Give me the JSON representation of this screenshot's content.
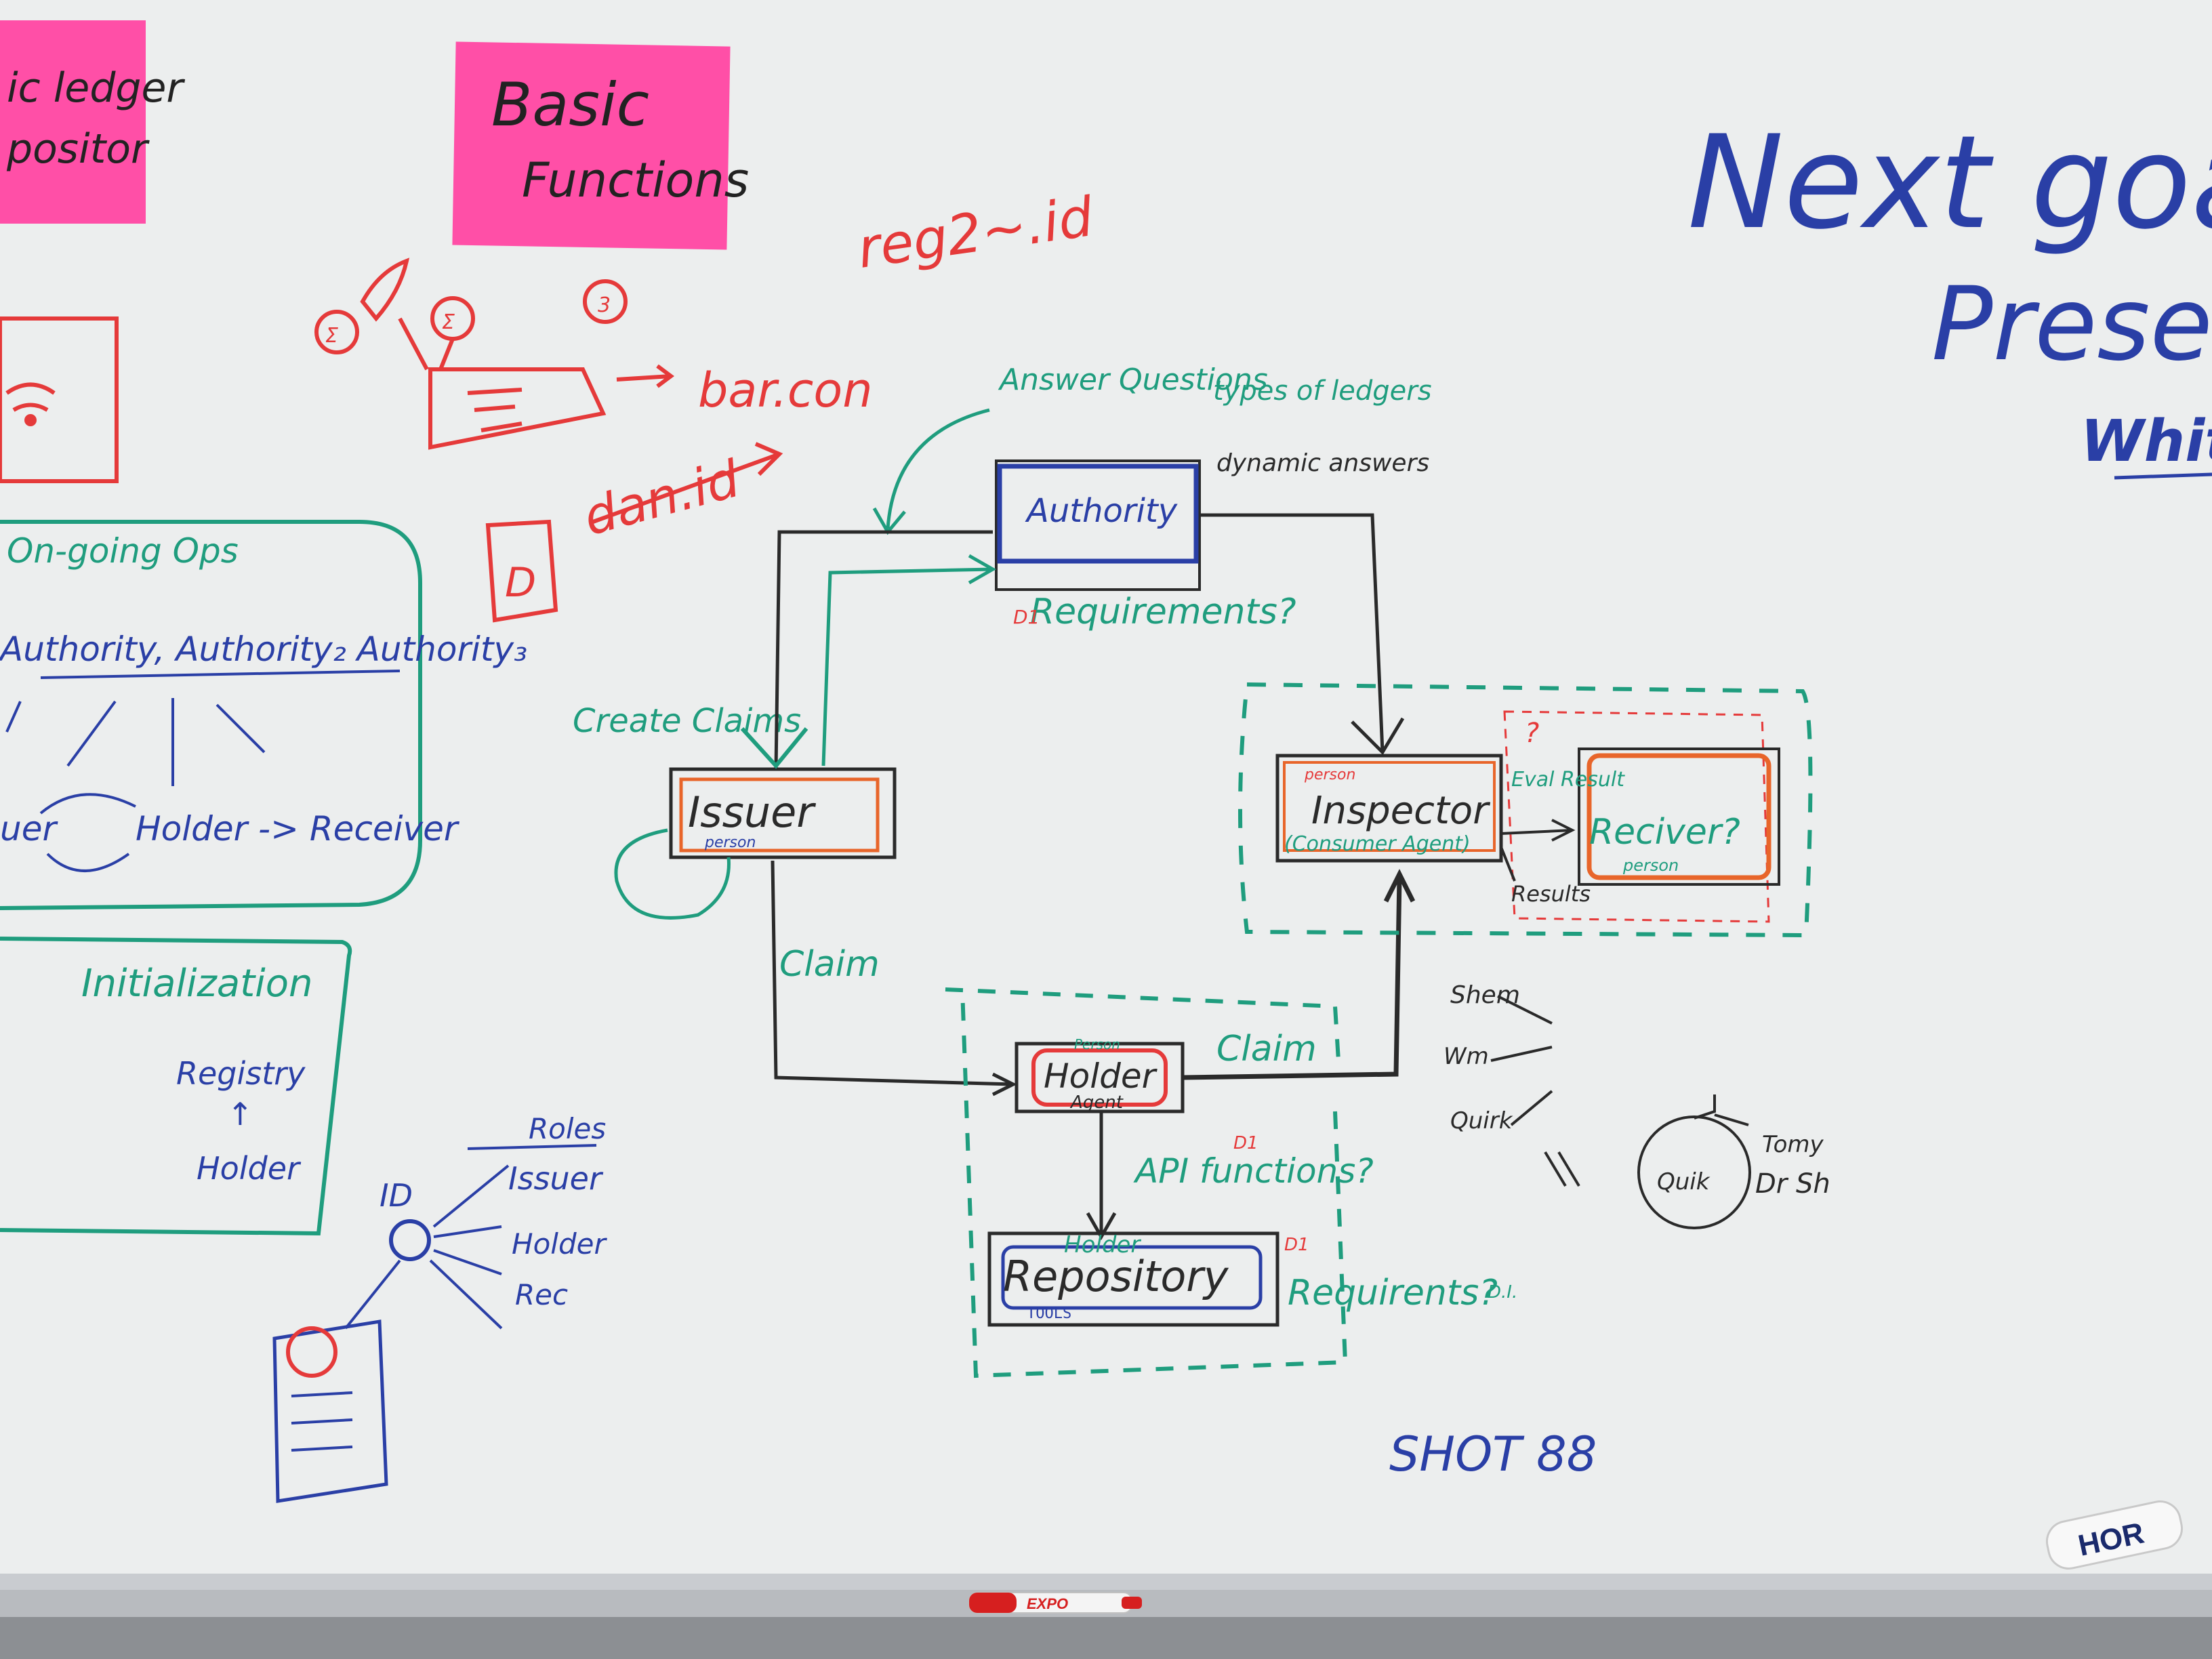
{
  "colors": {
    "wall": "#8c8f93",
    "board": "#eceeee",
    "sticky": "#ff4fa7",
    "red": "#e53a3a",
    "green": "#1f9d7e",
    "blue": "#2a3fa6",
    "black": "#2a2a2a",
    "orange": "#e8652a"
  },
  "sticky_notes": [
    {
      "line1": "ic ledger",
      "line2": "positor"
    },
    {
      "line1": "Basic",
      "line2": "Functions"
    }
  ],
  "top_right": {
    "heading": "Next goal",
    "sub": "Present",
    "white": "White"
  },
  "red_notes": {
    "reg": "reg2~.id",
    "bar": "bar.con",
    "dan": "dan.id",
    "badges": [
      "Σ",
      "Σ",
      "3"
    ],
    "doc_letter": "D"
  },
  "ongoing": {
    "title": "On-going Ops",
    "authorities": "Authority, Authority₂ Authority₃",
    "flow_left": "uer",
    "flow_mid": "Holder -> Receiver"
  },
  "init": {
    "title": "Initialization",
    "registry": "Registry",
    "up": "↑",
    "holder": "Holder"
  },
  "roles_sketch": {
    "roles": "Roles",
    "id": "ID",
    "issuer": "Issuer",
    "holder": "Holder",
    "rec": "Rec"
  },
  "diagram": {
    "authority": {
      "label": "Authority",
      "answer": "Answer Questions",
      "types": "types of ledgers",
      "dynamic": "dynamic answers",
      "reqs": "Requirements?",
      "d1": "D1"
    },
    "issuer": {
      "label": "Issuer",
      "sub": "person",
      "create": "Create Claims"
    },
    "claim_left": "Claim",
    "claim_right": "Claim",
    "holder": {
      "label": "Holder",
      "sub": "Agent",
      "top": "Person"
    },
    "api": "API functions?",
    "api_d1": "D1",
    "repository": {
      "label": "Repository",
      "top": "Holder",
      "bottom": "TOOLS",
      "reqs": "Requirents?",
      "d1": "D1",
      "d1b": "D.I."
    },
    "inspector": {
      "label": "Inspector",
      "sub": "(Consumer Agent)",
      "top": "person"
    },
    "receiver": {
      "label": "Reciver?",
      "sub": "person",
      "q": "?"
    },
    "eval": "Eval Result",
    "results": "Results"
  },
  "black_notes": {
    "n1": "Shem",
    "n2": "Wm",
    "n3": "Quirk",
    "circle": "Quik",
    "t1": "Tomy",
    "t2": "Dr Sh"
  },
  "bottom": {
    "shot": "SHOT 88",
    "marker": "EXPO",
    "badge": "HOR"
  }
}
